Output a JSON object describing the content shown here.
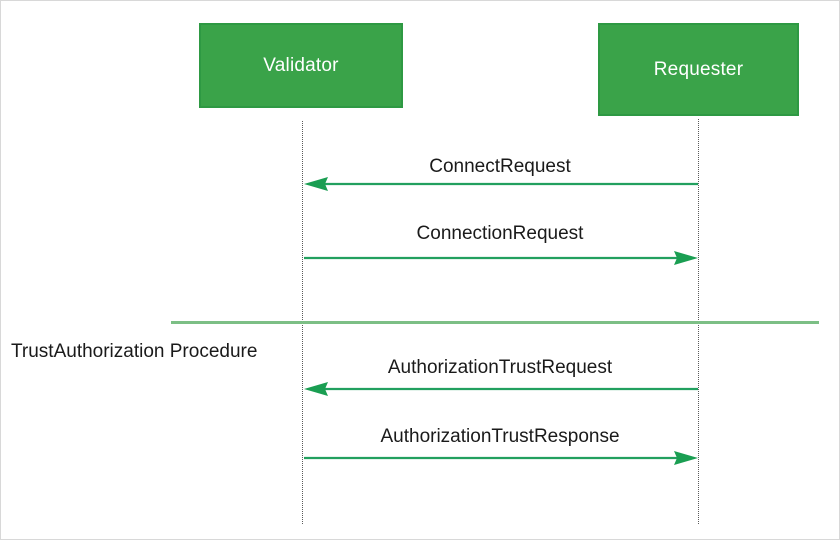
{
  "diagram": {
    "type": "sequence-diagram",
    "colors": {
      "actor_fill": "#3aa349",
      "actor_border": "#2e9943",
      "actor_text": "#ffffff",
      "arrow": "#22a05f",
      "separator": "#7cbf85",
      "lifeline": "#5a5a5a",
      "text": "#1a1a1a",
      "background": "#ffffff",
      "canvas_border": "#d8d8d8"
    },
    "actors": [
      {
        "id": "validator",
        "label": "Validator"
      },
      {
        "id": "requester",
        "label": "Requester"
      }
    ],
    "messages": [
      {
        "label": "ConnectRequest",
        "from": "requester",
        "to": "validator",
        "direction": "left"
      },
      {
        "label": "ConnectionRequest",
        "from": "validator",
        "to": "requester",
        "direction": "right"
      },
      {
        "label": "AuthorizationTrustRequest",
        "from": "requester",
        "to": "validator",
        "direction": "left"
      },
      {
        "label": "AuthorizationTrustResponse",
        "from": "validator",
        "to": "requester",
        "direction": "right"
      }
    ],
    "section": {
      "label": "TrustAuthorization Procedure"
    }
  }
}
